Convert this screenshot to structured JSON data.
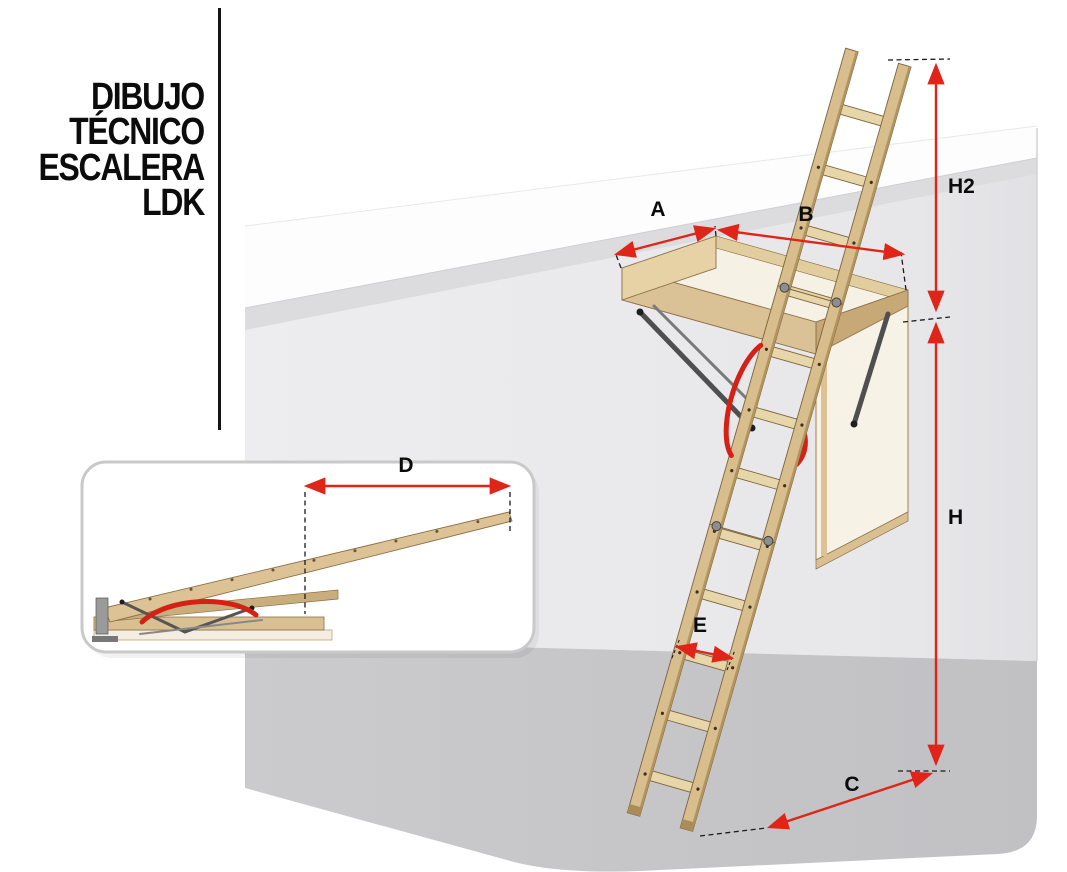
{
  "title": {
    "lines": [
      "DIBUJO",
      "TÉCNICO",
      "ESCALERA",
      "LDK"
    ]
  },
  "diagram": {
    "labels": {
      "a": "A",
      "b": "B",
      "c": "C",
      "e": "E",
      "h": "H",
      "h2": "H2"
    },
    "inset": {
      "label_d": "D"
    },
    "colors": {
      "dimension_red": "#e02417",
      "wood_light": "#e8d6ab",
      "wood_mid": "#d8bd8d",
      "wood_dark": "#c7a977",
      "wall_gray": "#eaeaec",
      "floor_gray": "#c6c6c8",
      "slab_white": "#fdfdfe"
    }
  }
}
